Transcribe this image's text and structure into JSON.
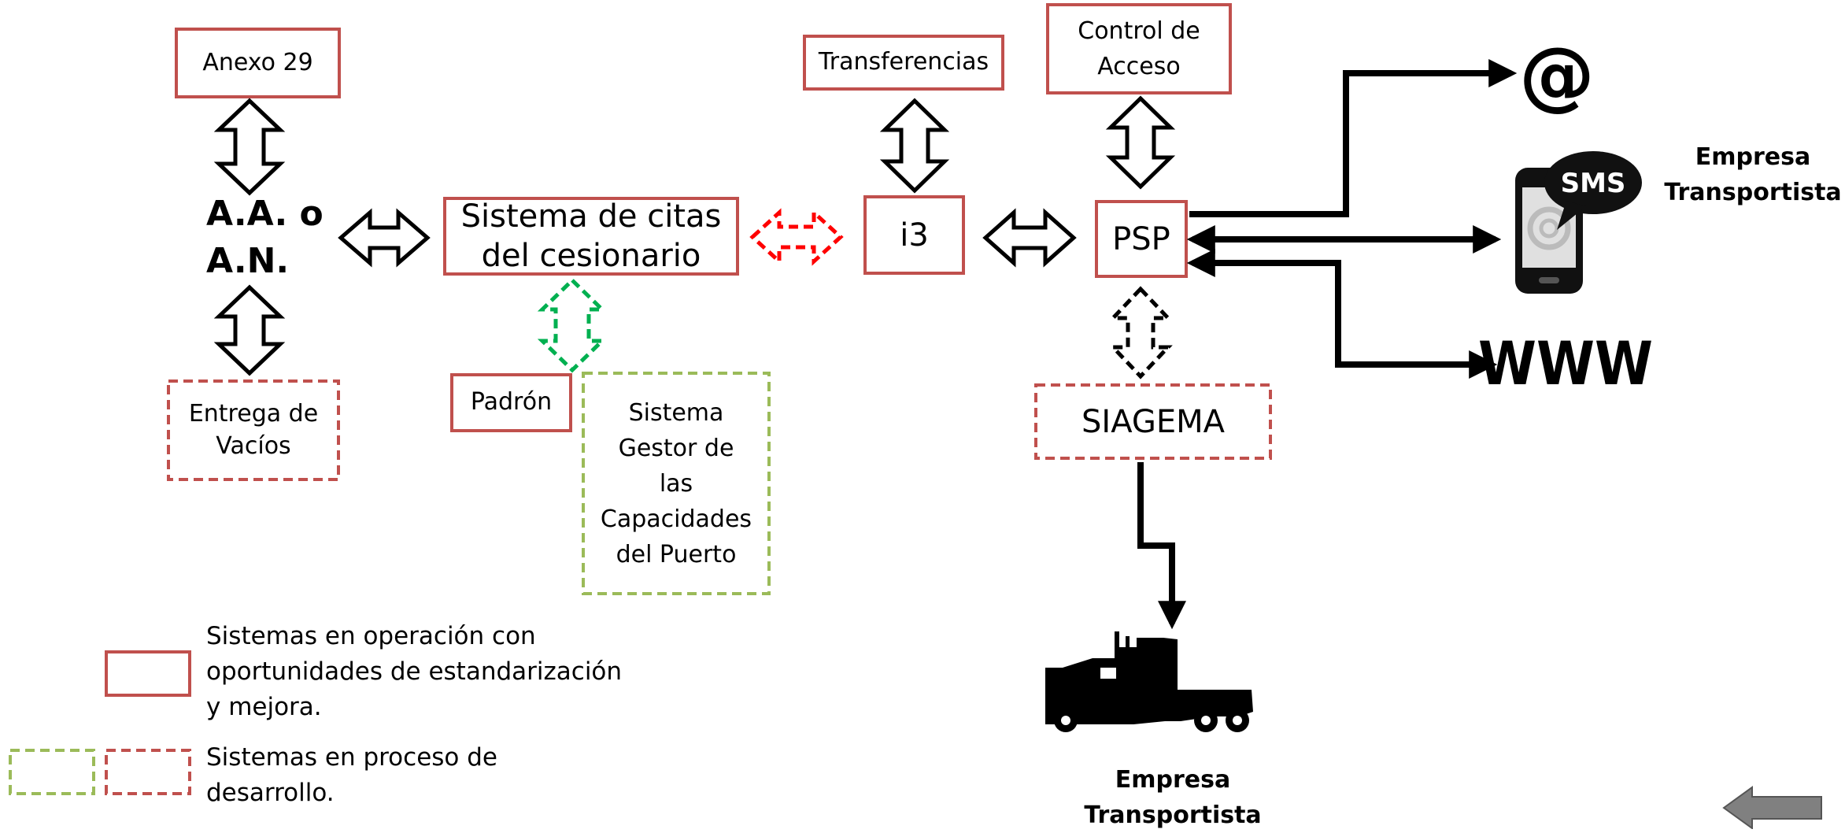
{
  "colors": {
    "operating": "#c0504d",
    "developing_red": "#c0504d",
    "developing_green": "#9bbb59",
    "dashed_red_arrow": "#ff0000",
    "dashed_green_arrow": "#00b050",
    "back_arrow": "#808080"
  },
  "nodes": {
    "anexo29": "Anexo 29",
    "aa_line1": "A.A. o",
    "aa_line2": "A.N.",
    "entrega": "Entrega de\nVacíos",
    "citas": "Sistema de citas\ndel cesionario",
    "padron": "Padrón",
    "gestor": "Sistema\nGestor de\nlas\nCapacidades\ndel Puerto",
    "transferencias": "Transferencias",
    "i3": "i3",
    "control": "Control de\nAcceso",
    "psp": "PSP",
    "siagema": "SIAGEMA"
  },
  "channels": {
    "email": "@",
    "sms": "SMS",
    "www": "WWW"
  },
  "labels": {
    "empresa_top": "Empresa\nTransportista",
    "empresa_bottom": "Empresa\nTransportista"
  },
  "legend": {
    "operating": "Sistemas en operación con\noportunidades de estandarización\ny mejora.",
    "developing": "Sistemas en proceso de\ndesarrollo."
  },
  "icons": {
    "truck": "truck-icon",
    "phone": "phone-icon",
    "email": "at-sign-icon",
    "back": "back-arrow-icon"
  }
}
